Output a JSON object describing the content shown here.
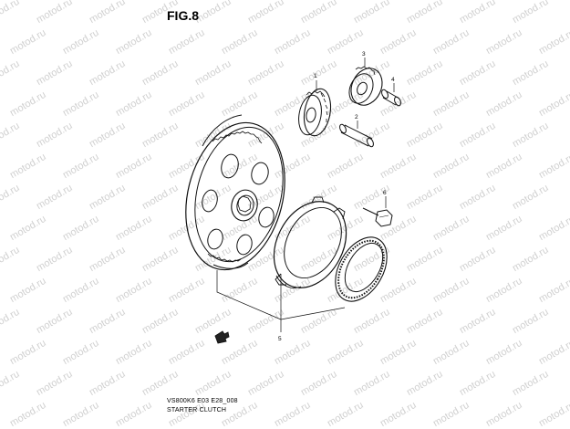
{
  "figure": {
    "title": "FIG.8"
  },
  "watermark": {
    "text": "motod.ru"
  },
  "callouts": [
    "1",
    "2",
    "3",
    "4",
    "5",
    "6"
  ],
  "caption": {
    "code": "VS800K6 E03 E28_008",
    "name": "STARTER CLUTCH"
  }
}
